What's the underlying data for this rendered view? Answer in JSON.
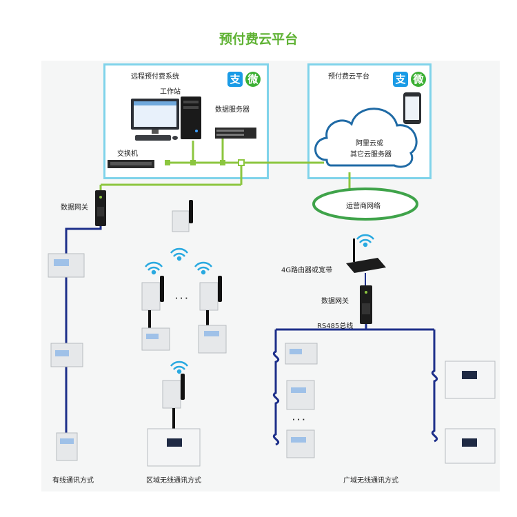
{
  "title": "预付费云平台",
  "left_box": {
    "title": "远程预付费系统",
    "workstation": "工作站",
    "data_server": "数据服务器",
    "switch": "交换机"
  },
  "right_box": {
    "title": "预付费云平台",
    "cloud_line1": "阿里云或",
    "cloud_line2": "其它云服务器"
  },
  "carrier": "运营商网络",
  "gateway_left": "数据网关",
  "router": "4G路由器或宽带",
  "gateway_right": "数据网关",
  "bus": "RS485总线",
  "ellipsis": "· · ·",
  "captions": {
    "wired": "有线通讯方式",
    "regional": "区域无线通讯方式",
    "wide": "广域无线通讯方式"
  },
  "pay_icons": {
    "alipay": "支",
    "wechat": "微"
  },
  "colors": {
    "accent_green": "#5fb234",
    "box_border": "#7fd3ea",
    "wire_green": "#8cc63f",
    "bus_blue": "#1d2f8a",
    "carrier_ring": "#3fa34a",
    "wifi_blue": "#29a9e0"
  }
}
